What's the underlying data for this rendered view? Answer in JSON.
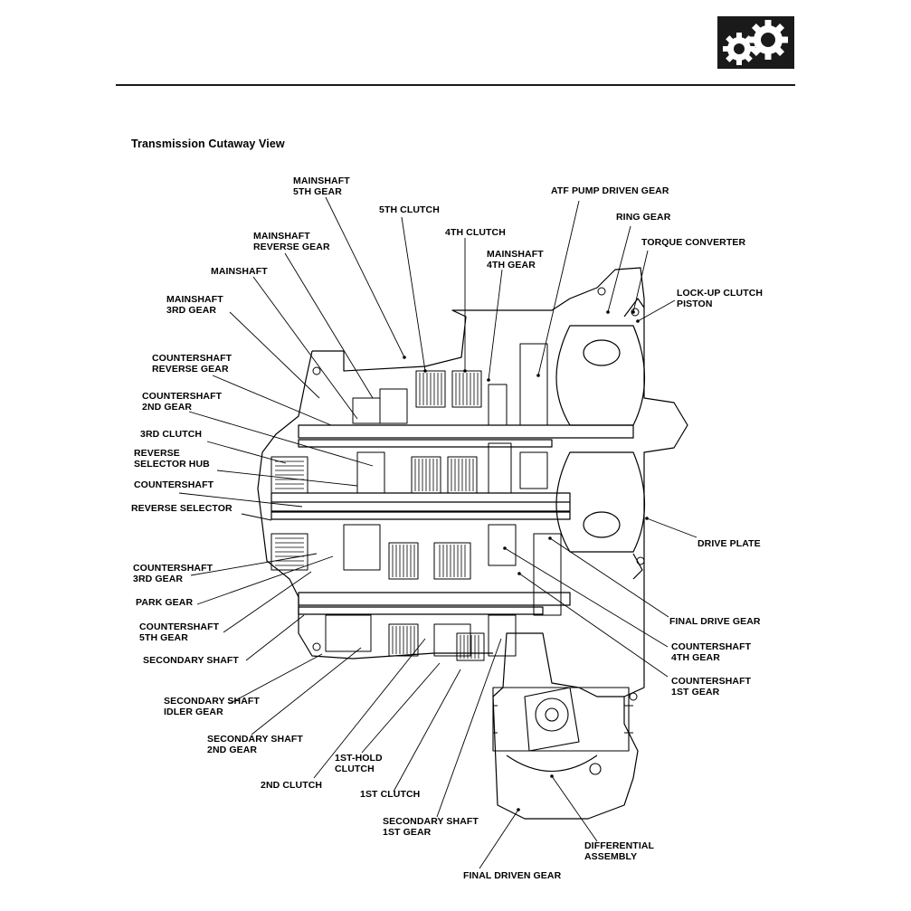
{
  "header": {
    "icon": "gears-icon"
  },
  "title": "Transmission Cutaway View",
  "labels": {
    "mainshaft_5th_gear": [
      "MAINSHAFT",
      "5TH GEAR"
    ],
    "fifth_clutch": [
      "5TH CLUTCH"
    ],
    "fourth_clutch": [
      "4TH CLUTCH"
    ],
    "mainshaft_4th_gear": [
      "MAINSHAFT",
      "4TH GEAR"
    ],
    "atf_pump_driven_gear": [
      "ATF PUMP DRIVEN GEAR"
    ],
    "ring_gear": [
      "RING GEAR"
    ],
    "torque_converter": [
      "TORQUE CONVERTER"
    ],
    "lockup_clutch_piston": [
      "LOCK-UP CLUTCH",
      "PISTON"
    ],
    "mainshaft_reverse_gear": [
      "MAINSHAFT",
      "REVERSE GEAR"
    ],
    "mainshaft": [
      "MAINSHAFT"
    ],
    "mainshaft_3rd_gear": [
      "MAINSHAFT",
      "3RD GEAR"
    ],
    "countershaft_reverse_gear": [
      "COUNTERSHAFT",
      "REVERSE GEAR"
    ],
    "countershaft_2nd_gear": [
      "COUNTERSHAFT",
      "2ND GEAR"
    ],
    "third_clutch": [
      "3RD CLUTCH"
    ],
    "reverse_selector_hub": [
      "REVERSE",
      "SELECTOR HUB"
    ],
    "countershaft": [
      "COUNTERSHAFT"
    ],
    "reverse_selector": [
      "REVERSE SELECTOR"
    ],
    "drive_plate": [
      "DRIVE PLATE"
    ],
    "countershaft_3rd_gear": [
      "COUNTERSHAFT",
      "3RD GEAR"
    ],
    "park_gear": [
      "PARK GEAR"
    ],
    "countershaft_5th_gear": [
      "COUNTERSHAFT",
      "5TH GEAR"
    ],
    "secondary_shaft": [
      "SECONDARY SHAFT"
    ],
    "final_drive_gear": [
      "FINAL DRIVE GEAR"
    ],
    "countershaft_4th_gear": [
      "COUNTERSHAFT",
      "4TH GEAR"
    ],
    "countershaft_1st_gear": [
      "COUNTERSHAFT",
      "1ST GEAR"
    ],
    "secondary_shaft_idler_gear": [
      "SECONDARY SHAFT",
      "IDLER GEAR"
    ],
    "secondary_shaft_2nd_gear": [
      "SECONDARY SHAFT",
      "2ND GEAR"
    ],
    "first_hold_clutch": [
      "1ST-HOLD",
      "CLUTCH"
    ],
    "second_clutch": [
      "2ND CLUTCH"
    ],
    "first_clutch": [
      "1ST CLUTCH"
    ],
    "secondary_shaft_1st_gear": [
      "SECONDARY SHAFT",
      "1ST GEAR"
    ],
    "differential_assembly": [
      "DIFFERENTIAL",
      "ASSEMBLY"
    ],
    "final_driven_gear": [
      "FINAL DRIVEN GEAR"
    ]
  }
}
